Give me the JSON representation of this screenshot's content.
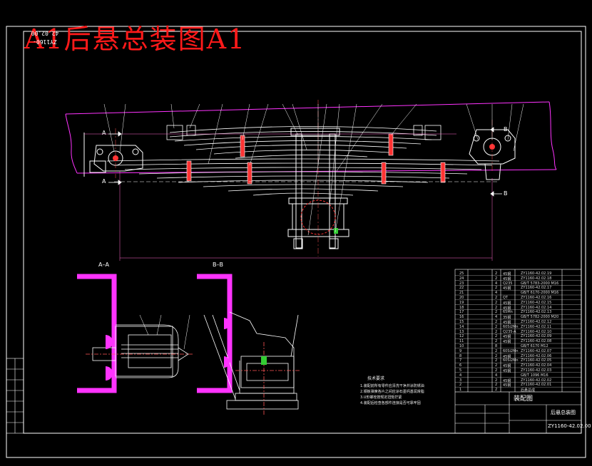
{
  "title": "A1后悬总装图A1",
  "drawing_code": "ZY1160-42.02.00",
  "section_labels": {
    "aa": "A–A",
    "bb": "B–B",
    "a_left": "A",
    "a_right": "A",
    "b_top": "B",
    "b_bottom": "B"
  },
  "tech_requirements": {
    "title": "技术要求",
    "lines": [
      "1.装配前所有零件应清洗干净并涂防锈油",
      "2.钢板弹簧各片之间应涂石墨钙基润滑脂",
      "3.U形螺栓按规定扭矩拧紧",
      "4.装配后检查各部件连接是否可靠牢固"
    ]
  },
  "bom": {
    "rows": [
      {
        "no": "25",
        "qty": "2",
        "material": "45钢",
        "code": "ZY1160-42.02.19"
      },
      {
        "no": "24",
        "qty": "2",
        "material": "45钢",
        "code": "ZY1160-42.02.18"
      },
      {
        "no": "23",
        "qty": "4",
        "material": "Q235",
        "code": "GB/T 5783-2000 M16"
      },
      {
        "no": "22",
        "qty": "2",
        "material": "45钢",
        "code": "ZY1160-42.02.17"
      },
      {
        "no": "21",
        "qty": "4",
        "material": "",
        "code": "GB/T 6170-2000 M16"
      },
      {
        "no": "20",
        "qty": "2",
        "material": "QT",
        "code": "ZY1160-42.02.16"
      },
      {
        "no": "19",
        "qty": "2",
        "material": "45钢",
        "code": "ZY1160-42.02.15"
      },
      {
        "no": "18",
        "qty": "2",
        "material": "45钢",
        "code": "ZY1160-42.02.14"
      },
      {
        "no": "17",
        "qty": "2",
        "material": "65Mn",
        "code": "ZY1160-42.02.13"
      },
      {
        "no": "16",
        "qty": "4",
        "material": "35钢",
        "code": "GB/T 5782-2000 M20"
      },
      {
        "no": "15",
        "qty": "2",
        "material": "45钢",
        "code": "ZY1160-42.02.12"
      },
      {
        "no": "14",
        "qty": "2",
        "material": "60Si2Mn",
        "code": "ZY1160-42.02.11"
      },
      {
        "no": "13",
        "qty": "2",
        "material": "Q235-A",
        "code": "ZY1160-42.02.10"
      },
      {
        "no": "12",
        "qty": "2",
        "material": "45钢",
        "code": "ZY1160-42.02.09"
      },
      {
        "no": "11",
        "qty": "2",
        "material": "45钢",
        "code": "ZY1160-42.02.08"
      },
      {
        "no": "10",
        "qty": "8",
        "material": "",
        "code": "GB/T 6170 M12"
      },
      {
        "no": "9",
        "qty": "2",
        "material": "60Si2Mn",
        "code": "ZY1160-42.02.07"
      },
      {
        "no": "8",
        "qty": "2",
        "material": "45钢",
        "code": "ZY1160-42.02.06"
      },
      {
        "no": "7",
        "qty": "2",
        "material": "60Si2Mn",
        "code": "ZY1160-42.02.05"
      },
      {
        "no": "6",
        "qty": "2",
        "material": "45钢",
        "code": "ZY1160-42.02.04"
      },
      {
        "no": "5",
        "qty": "2",
        "material": "45钢",
        "code": "ZY1160-42.02.03"
      },
      {
        "no": "4",
        "qty": "4",
        "material": "",
        "code": "GB/T 1096 M16"
      },
      {
        "no": "3",
        "qty": "2",
        "material": "45钢",
        "code": "ZY1160-42.02.02"
      },
      {
        "no": "2",
        "qty": "2",
        "material": "45钢",
        "code": "ZY1160-42.02.01"
      },
      {
        "no": "1",
        "qty": "2",
        "material": "",
        "code": "后悬总成"
      }
    ],
    "title_block": {
      "name": "后悬总装图",
      "code": "ZY1160-42.02.00",
      "small_block": "装配图"
    }
  }
}
